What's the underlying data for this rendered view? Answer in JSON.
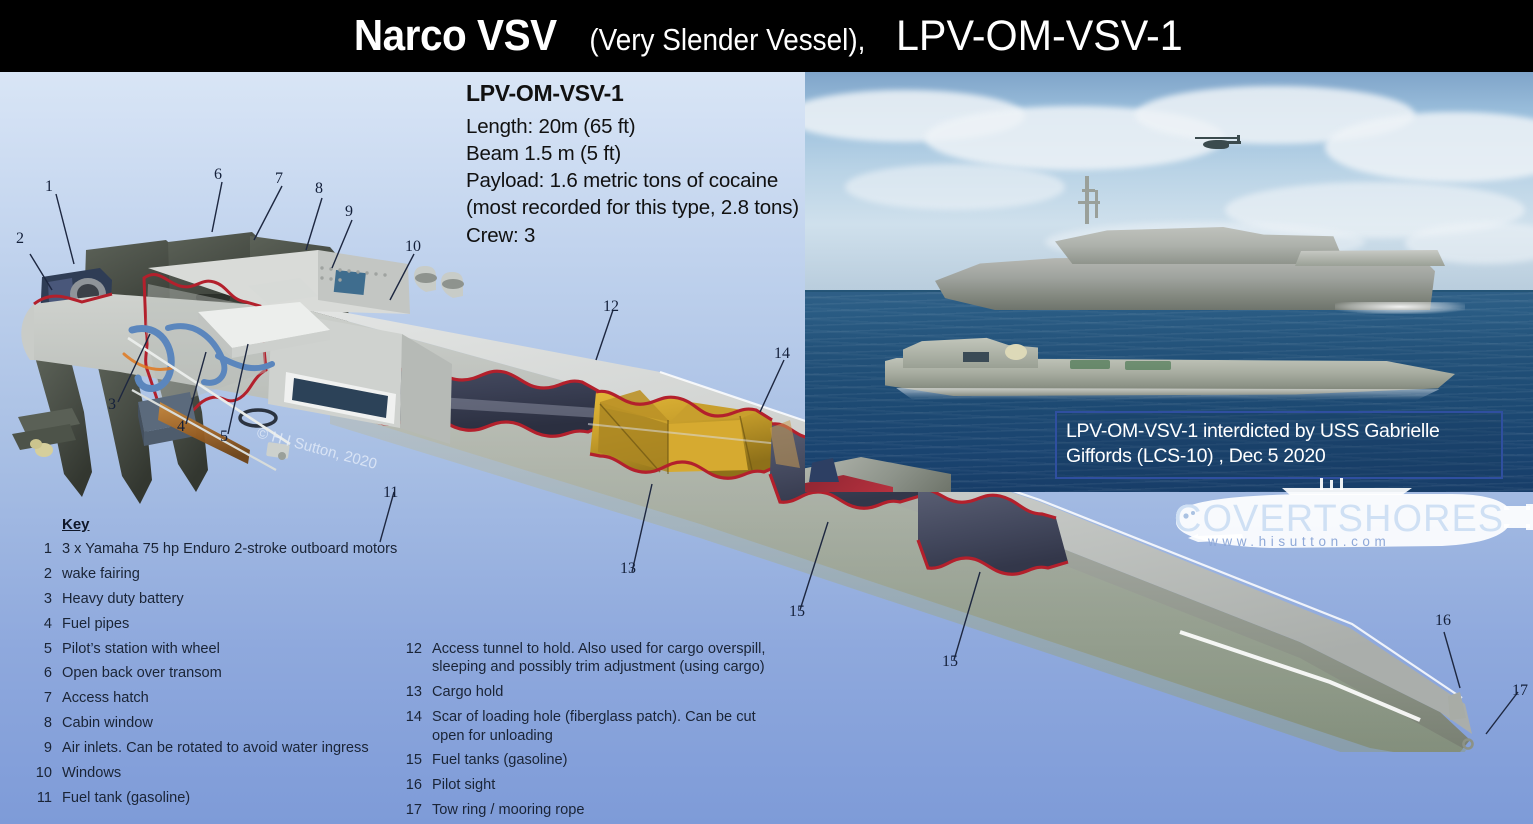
{
  "title": {
    "main": "Narco VSV",
    "paren": "(Very Slender Vessel),",
    "code": "LPV-OM-VSV-1"
  },
  "specs": {
    "heading": "LPV-OM-VSV-1",
    "lines": [
      "Length: 20m (65 ft)",
      "Beam 1.5 m (5 ft)",
      "Payload: 1.6 metric tons of cocaine",
      "(most recorded for this type, 2.8 tons)",
      "Crew: 3"
    ]
  },
  "photo": {
    "caption": "LPV-OM-VSV-1 interdicted by USS Gabrielle Giffords (LCS-10) , Dec 5 2020"
  },
  "credit": "© H I Sutton, 2020",
  "logo": {
    "name": "COVERTSHORES",
    "url": "www.hisutton.com"
  },
  "key": {
    "heading": "Key",
    "left": [
      {
        "num": "1",
        "text": "3 x Yamaha 75 hp Enduro  2-stroke outboard motors"
      },
      {
        "num": "2",
        "text": "wake fairing"
      },
      {
        "num": "3",
        "text": "Heavy duty battery"
      },
      {
        "num": "4",
        "text": "Fuel pipes"
      },
      {
        "num": "5",
        "text": "Pilot’s station with wheel"
      },
      {
        "num": "6",
        "text": "Open back over transom"
      },
      {
        "num": "7",
        "text": "Access hatch"
      },
      {
        "num": "8",
        "text": "Cabin window"
      },
      {
        "num": "9",
        "text": "Air inlets. Can be rotated to avoid water ingress"
      },
      {
        "num": "10",
        "text": "Windows"
      },
      {
        "num": "11",
        "text": "Fuel tank (gasoline)"
      }
    ],
    "right": [
      {
        "num": "12",
        "text": "Access tunnel to hold. Also used for cargo overspill, sleeping and possibly trim adjustment (using cargo)"
      },
      {
        "num": "13",
        "text": "Cargo hold"
      },
      {
        "num": "14",
        "text": "Scar of loading hole (fiberglass patch). Can be cut open for unloading"
      },
      {
        "num": "15",
        "text": "Fuel tanks (gasoline)"
      },
      {
        "num": "16",
        "text": "Pilot sight"
      },
      {
        "num": "17",
        "text": "Tow ring / mooring rope"
      }
    ]
  },
  "callouts": [
    {
      "id": "1",
      "label": "1"
    },
    {
      "id": "2",
      "label": "2"
    },
    {
      "id": "3",
      "label": "3"
    },
    {
      "id": "4",
      "label": "4"
    },
    {
      "id": "5",
      "label": "5"
    },
    {
      "id": "6",
      "label": "6"
    },
    {
      "id": "7",
      "label": "7"
    },
    {
      "id": "8",
      "label": "8"
    },
    {
      "id": "9",
      "label": "9"
    },
    {
      "id": "10",
      "label": "10"
    },
    {
      "id": "11",
      "label": "11"
    },
    {
      "id": "12",
      "label": "12"
    },
    {
      "id": "13",
      "label": "13"
    },
    {
      "id": "14",
      "label": "14"
    },
    {
      "id": "15a",
      "label": "15"
    },
    {
      "id": "15b",
      "label": "15"
    },
    {
      "id": "16",
      "label": "16"
    },
    {
      "id": "17",
      "label": "17"
    }
  ],
  "colors": {
    "title_bar": "#000000",
    "background_top": "#e2ecf8",
    "background_bottom": "#7e9bd8",
    "cutaway_edge": "#b3202c",
    "cargo_hold": "#d0a62a",
    "hull_grey": "#b9bcb5",
    "caption_border": "#2f4fa0",
    "logo_text": "#cfe0f4"
  }
}
